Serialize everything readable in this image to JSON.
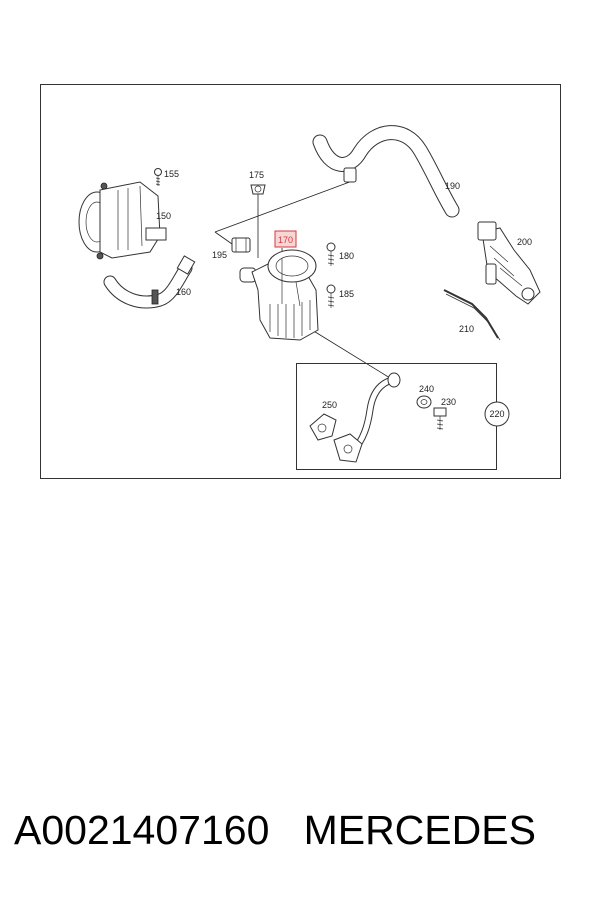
{
  "diagram": {
    "callouts": [
      "155",
      "150",
      "160",
      "175",
      "195",
      "170",
      "180",
      "185",
      "190",
      "200",
      "210",
      "250",
      "240",
      "230",
      "220"
    ],
    "highlighted_callout": "170",
    "highlight_color": "#d23a3a"
  },
  "caption": {
    "part_number": "A0021407160",
    "brand": "MERCEDES"
  }
}
